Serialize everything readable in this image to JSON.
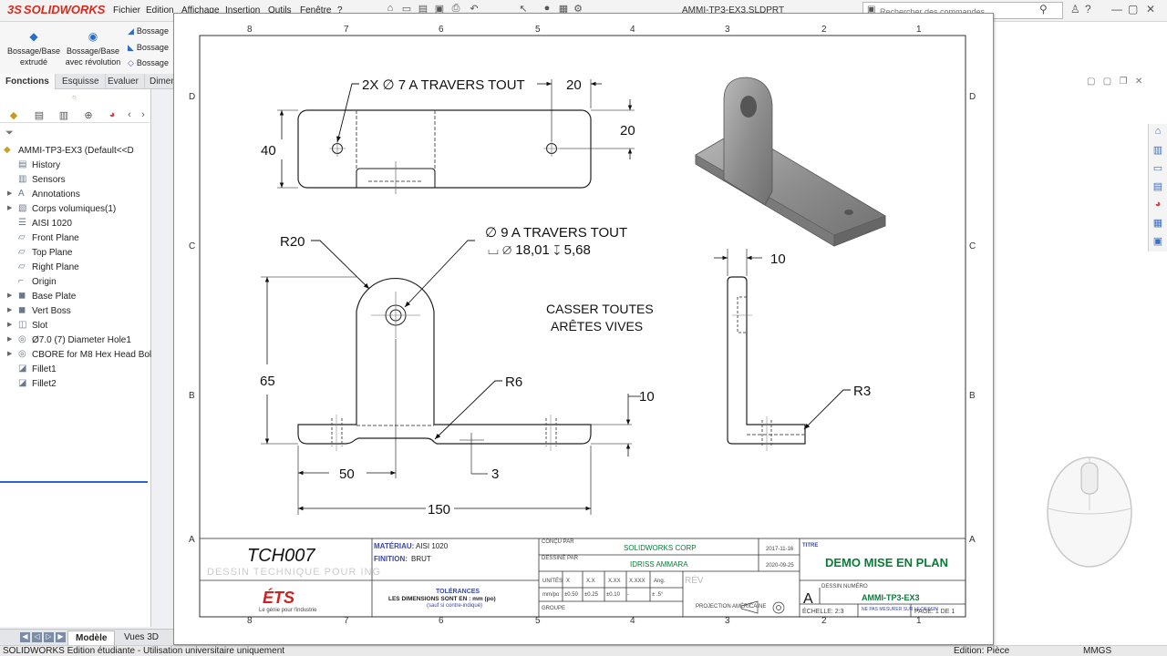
{
  "app": {
    "brand": "SOLIDWORKS",
    "brand_mark": "3S",
    "menus": [
      "Fichier",
      "Edition",
      "Affichage",
      "Insertion",
      "Outils",
      "Fenêtre",
      "?"
    ],
    "document_title": "AMMI-TP3-EX3.SLDPRT",
    "search_placeholder": "Rechercher des commandes"
  },
  "command_manager": {
    "buttons": [
      {
        "label": "Bossage/Base\nextrudé"
      },
      {
        "label": "Bossage/Base\navec révolution"
      }
    ],
    "small_items": [
      "Bossage",
      "Bossage",
      "Bossage"
    ],
    "tabs": [
      "Fonctions",
      "Esquisse",
      "Evaluer",
      "Dimen"
    ],
    "active_tab": "Fonctions"
  },
  "feature_tree": {
    "root": "AMMI-TP3-EX3  (Default<<D",
    "items": [
      {
        "label": "History",
        "expandable": false,
        "icon": "history-icon"
      },
      {
        "label": "Sensors",
        "expandable": false,
        "icon": "sensor-icon"
      },
      {
        "label": "Annotations",
        "expandable": true,
        "icon": "annotation-icon"
      },
      {
        "label": "Corps volumiques(1)",
        "expandable": true,
        "icon": "solid-bodies-icon"
      },
      {
        "label": "AISI 1020",
        "expandable": false,
        "icon": "material-icon"
      },
      {
        "label": "Front Plane",
        "expandable": false,
        "icon": "plane-icon"
      },
      {
        "label": "Top Plane",
        "expandable": false,
        "icon": "plane-icon"
      },
      {
        "label": "Right Plane",
        "expandable": false,
        "icon": "plane-icon"
      },
      {
        "label": "Origin",
        "expandable": false,
        "icon": "origin-icon"
      },
      {
        "label": "Base Plate",
        "expandable": true,
        "icon": "extrude-icon"
      },
      {
        "label": "Vert Boss",
        "expandable": true,
        "icon": "extrude-icon"
      },
      {
        "label": "Slot",
        "expandable": true,
        "icon": "cut-icon"
      },
      {
        "label": "Ø7.0 (7) Diameter Hole1",
        "expandable": true,
        "icon": "hole-icon"
      },
      {
        "label": "CBORE for M8 Hex Head Bol",
        "expandable": true,
        "icon": "hole-icon"
      },
      {
        "label": "Fillet1",
        "expandable": false,
        "icon": "fillet-icon"
      },
      {
        "label": "Fillet2",
        "expandable": false,
        "icon": "fillet-icon"
      }
    ]
  },
  "bottom_tabs": [
    "Modèle",
    "Vues 3D"
  ],
  "active_bottom_tab": "Modèle",
  "status_bar": {
    "left": "SOLIDWORKS Edition étudiante - Utilisation universitaire uniquement",
    "mode": "Edition: Pièce",
    "units": "MMGS"
  },
  "drawing": {
    "zone_cols": [
      "8",
      "7",
      "6",
      "5",
      "4",
      "3",
      "2",
      "1"
    ],
    "zone_rows": [
      "D",
      "C",
      "B",
      "A"
    ],
    "dims": {
      "top_hole_note": "2X  ∅  7 A TRAVERS TOUT",
      "top_width_20": "20",
      "top_height_20": "20",
      "top_40": "40",
      "r20": "R20",
      "hole_note_line1": "∅  9 A TRAVERS TOUT",
      "hole_note_line2": "⌴  ∅  18,01  ↧  5,68",
      "note_line1": "CASSER TOUTES",
      "note_line2": "ARÊTES VIVES",
      "d65": "65",
      "r6": "R6",
      "d10_front": "10",
      "d50": "50",
      "d3": "3",
      "d150": "150",
      "d10_side": "10",
      "r3": "R3"
    },
    "title_block": {
      "drawing_code": "TCH007",
      "course": "DESSIN TECHNIQUE POUR ING",
      "material_label": "MATÉRIAU:",
      "material": "AISI 1020",
      "finish_label": "FINITION:",
      "finish": "BRUT",
      "tolerance_title": "TOLÉRANCES",
      "tolerance_line1": "LES DIMENSIONS SONT EN :  mm (po)",
      "tolerance_line2": "(sauf si contre-indiqué)",
      "designed_label": "CONÇU PAR",
      "designed_by": "SOLIDWORKS CORP",
      "designed_date": "2017-11-16",
      "drawn_label": "DESSINÉ PAR",
      "drawn_by": "IDRISS AMMARA",
      "drawn_date": "2020-09-25",
      "units_label": "UNITÉS",
      "tol_headers": [
        "X",
        "X.X",
        "X.XX",
        "X.XXX",
        "Ang."
      ],
      "units_row": "mm/po",
      "tol_values": [
        "±0.50",
        "±0.25",
        "±0.10",
        "-",
        "± .5°"
      ],
      "proj_label": "PROJECTION AMÉRICAINE",
      "title_label": "TITRE",
      "title": "DEMO MISE EN PLAN",
      "dwg_no_label": "DESSIN NUMÉRO",
      "format": "A",
      "dwg_no": "AMMI-TP3-EX3",
      "scale": "ÉCHELLE:  2:3",
      "no_measure": "NE PAS MESURER SUR LE DESSIN",
      "page": "PAGE: 1 DE 1",
      "school": "ÉTS",
      "school_tagline": "Le génie pour l'industrie",
      "rev_label": "RÉV",
      "groupe_label": "GROUPE"
    }
  }
}
